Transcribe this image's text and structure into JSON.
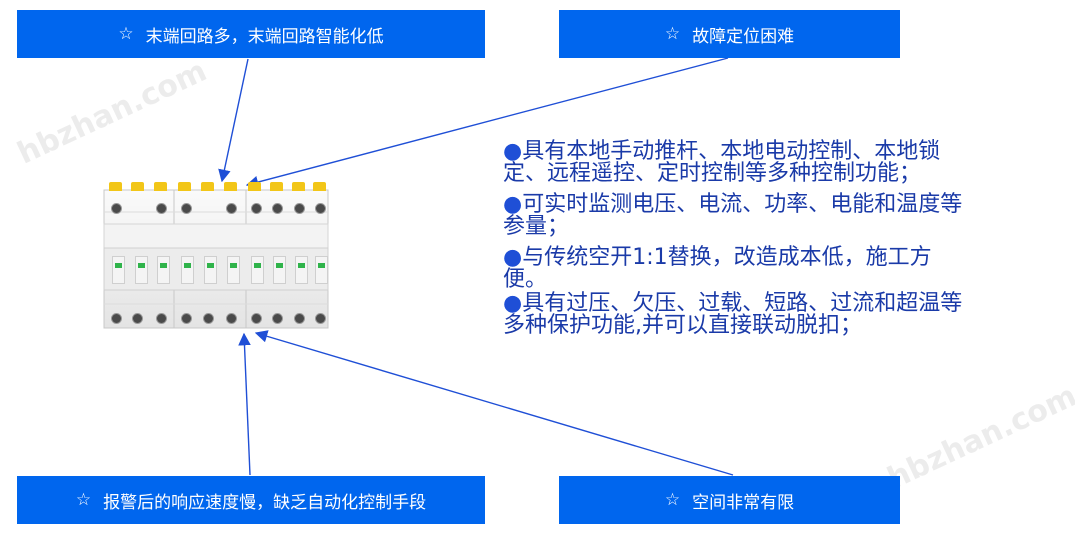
{
  "problems": {
    "top_left": "末端回路多，末端回路智能化低",
    "top_right": "故障定位困难",
    "bottom_left": "报警后的响应速度慢，缺乏自动化控制手段",
    "bottom_right": "空间非常有限"
  },
  "star_glyph": "☆",
  "bullet_glyph": "●",
  "features": [
    "具有本地手动推杆、本地电动控制、本地锁\n定、远程遥控、定时控制等多种控制功能；",
    "可实时监测电压、电流、功率、电能和温度等\n参量；",
    "与传统空开1:1替换，改造成本低，施工方\n便。",
    "具有过压、欠压、过载、短路、过流和超温等\n多种保护功能,并可以直接联动脱扣；"
  ],
  "watermark": "hbzhan.com",
  "colors": {
    "box_fill": "#0066ee",
    "box_text": "#ffffff",
    "feature_text": "#1a3aa8",
    "arrow": "#1f4fd6"
  }
}
